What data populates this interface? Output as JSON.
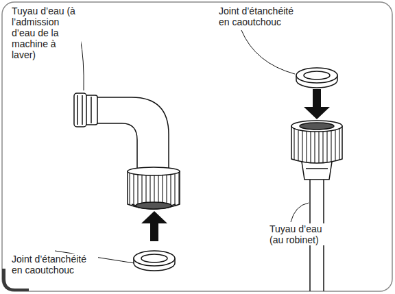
{
  "diagram": {
    "labels": [
      "Tuyau d’eau (à l’admission d’eau de la machine à laver)",
      "Joint d’étanchéité en caoutchouc",
      "Joint d’étanchéité en caoutchouc",
      "Tuyau d’eau (au robinet)"
    ]
  }
}
